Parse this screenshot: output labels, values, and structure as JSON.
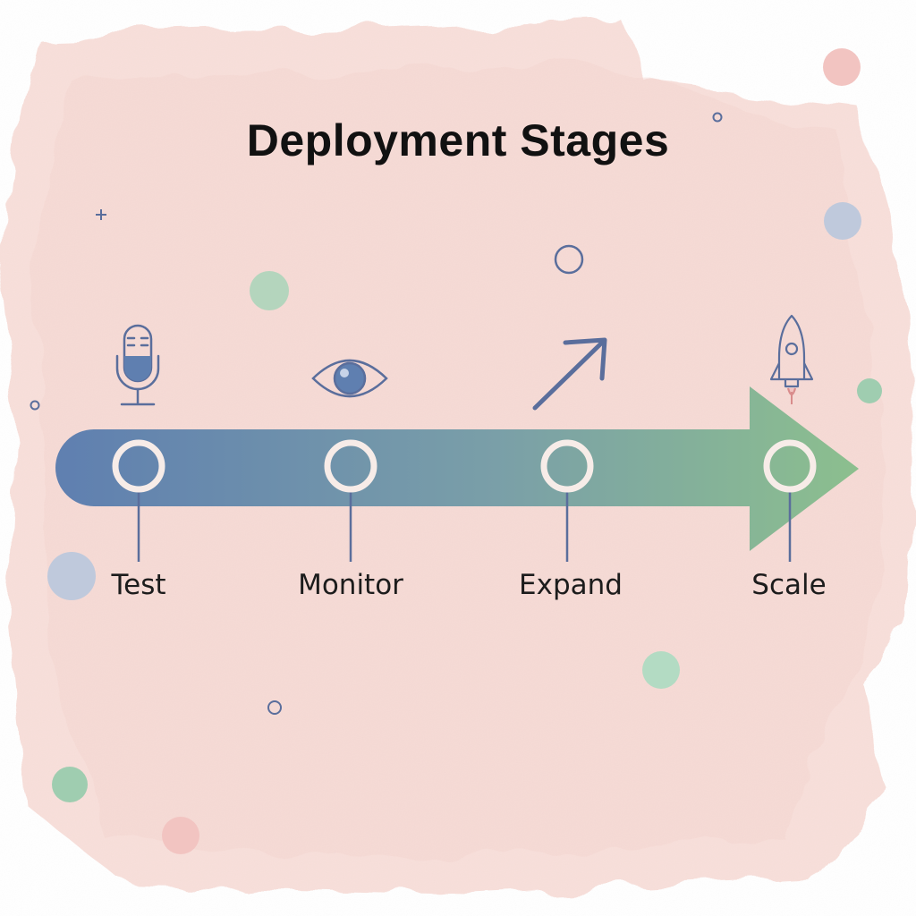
{
  "title": "Deployment Stages",
  "colors": {
    "arrow_start": "#5f7fb0",
    "arrow_end": "#8cbf8e",
    "icon_stroke": "#5a6e9c",
    "node_ring": "#f7ece8",
    "wash": "#f7dcd8"
  },
  "stages": [
    {
      "label": "Test",
      "icon": "microphone-icon"
    },
    {
      "label": "Monitor",
      "icon": "eye-icon"
    },
    {
      "label": "Expand",
      "icon": "arrow-up-right-icon"
    },
    {
      "label": "Scale",
      "icon": "rocket-icon"
    }
  ]
}
